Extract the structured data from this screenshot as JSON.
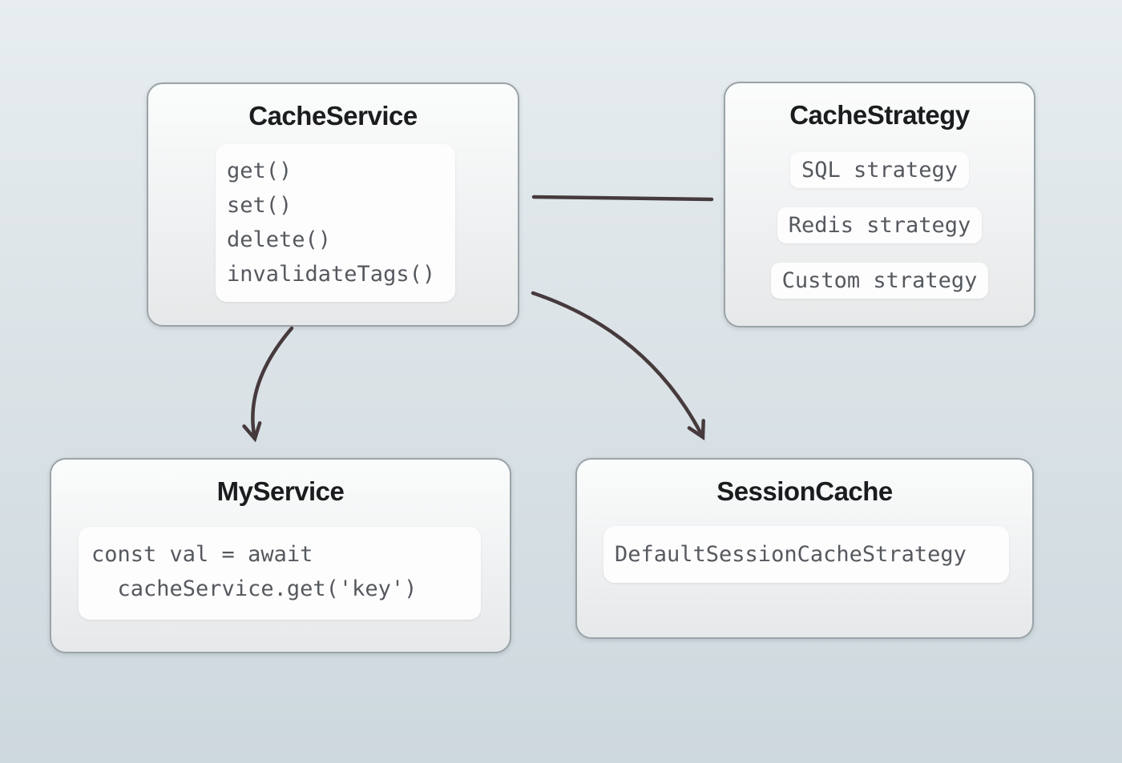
{
  "diagram": {
    "nodes": {
      "cache_service": {
        "title": "CacheService",
        "methods": [
          "get()",
          "set()",
          "delete()",
          "invalidateTags()"
        ]
      },
      "cache_strategy": {
        "title": "CacheStrategy",
        "strategies": [
          "SQL strategy",
          "Redis strategy",
          "Custom strategy"
        ]
      },
      "my_service": {
        "title": "MyService",
        "code": [
          "const val = await",
          "  cacheService.get('key')"
        ]
      },
      "session_cache": {
        "title": "SessionCache",
        "strategy": "DefaultSessionCacheStrategy"
      }
    },
    "edges": [
      {
        "from": "CacheService",
        "to": "CacheStrategy",
        "style": "straight-line",
        "arrowhead": false
      },
      {
        "from": "CacheService",
        "to": "MyService",
        "style": "curved-arrow",
        "arrowhead": true
      },
      {
        "from": "CacheService",
        "to": "SessionCache",
        "style": "curved-arrow",
        "arrowhead": true
      }
    ],
    "colors": {
      "background_top": "#e7edf0",
      "background_bottom": "#cdd8de",
      "node_border": "#9aa3a8",
      "node_fill_top": "#fbfcfc",
      "node_fill_bottom": "#e6e8e9",
      "card_fill": "#fdfdfe",
      "title_text": "#1b1c1e",
      "code_text": "#55595e",
      "arrow": "#463a3d"
    }
  }
}
